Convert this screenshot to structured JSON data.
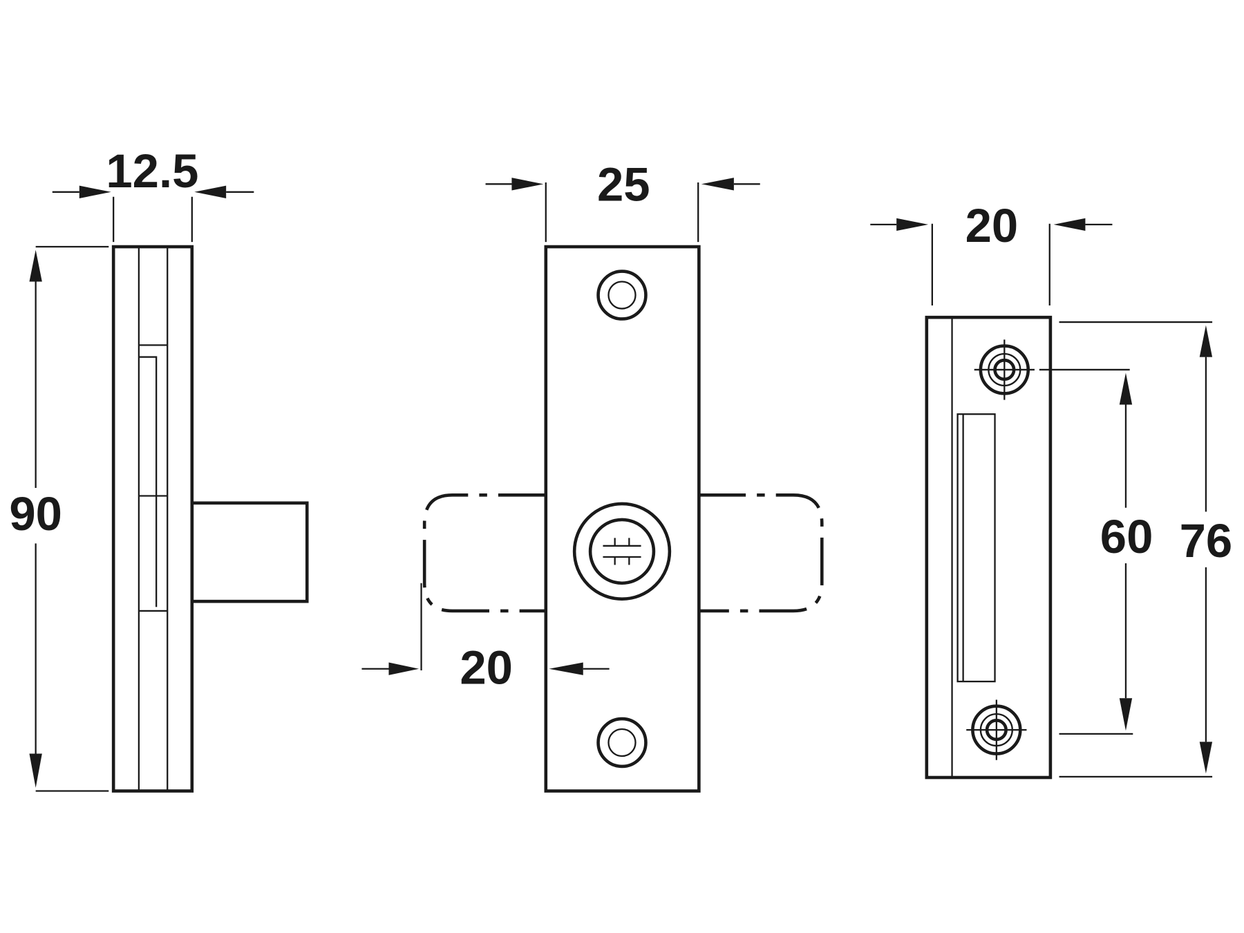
{
  "dimensions": {
    "side_width": "12.5",
    "side_height": "90",
    "plate_width": "25",
    "bolt_throw": "20",
    "keeper_width": "20",
    "keeper_hole_spacing": "60",
    "keeper_height": "76"
  },
  "colors": {
    "line": "#1a1a1a",
    "background": "#ffffff"
  }
}
